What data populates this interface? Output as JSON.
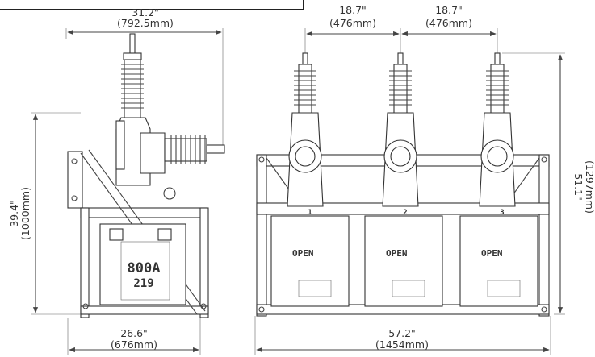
{
  "dimensions": {
    "side_width": {
      "in": "31.2\"",
      "mm": "(792.5mm)"
    },
    "side_height": {
      "in": "39.4\"",
      "mm": "(1000mm)"
    },
    "side_base": {
      "in": "26.6\"",
      "mm": "(676mm)"
    },
    "pole_spacing_1": {
      "in": "18.7\"",
      "mm": "(476mm)"
    },
    "pole_spacing_2": {
      "in": "18.7\"",
      "mm": "(476mm)"
    },
    "front_width": {
      "in": "57.2\"",
      "mm": "(1454mm)"
    },
    "front_height": {
      "in": "51.1\"",
      "mm": "(1297mm)"
    }
  },
  "side_view": {
    "tank_rating": "800A",
    "tank_code": "219"
  },
  "front_view": {
    "open_labels": [
      "OPEN",
      "OPEN",
      "OPEN"
    ],
    "phase_numbers": [
      "1",
      "2",
      "3"
    ]
  }
}
